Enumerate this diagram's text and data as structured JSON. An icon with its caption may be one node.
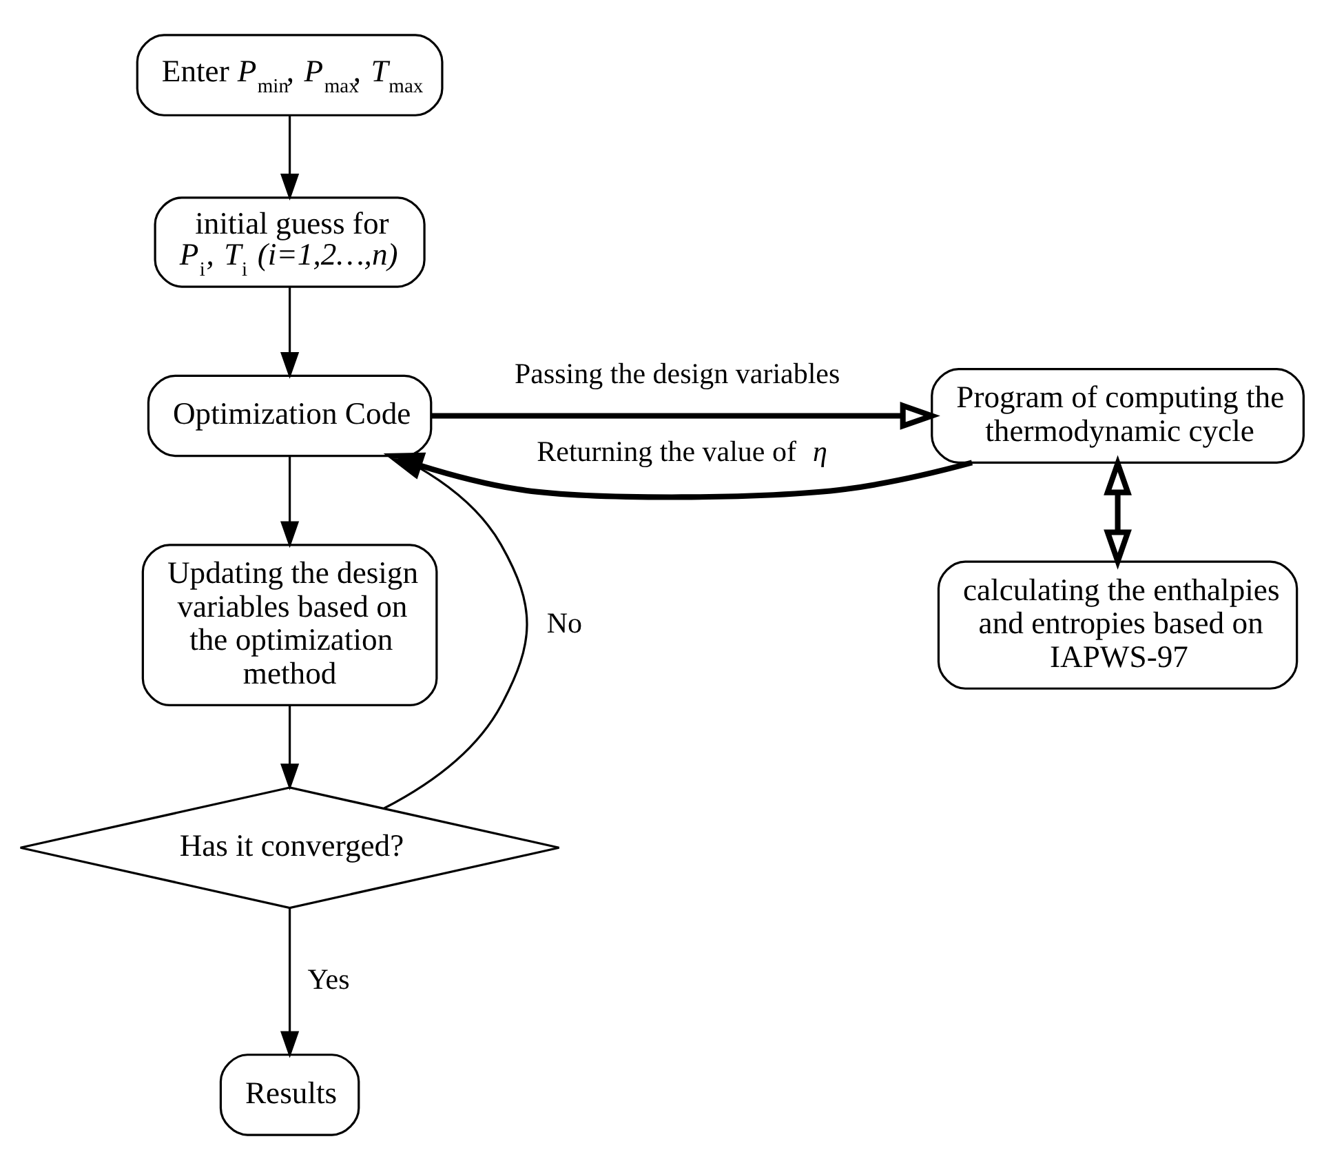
{
  "diagram": {
    "nodes": [
      {
        "text": [
          "Enter *P*$_{min}$, *P*$_{max}$, *T*$_{max}$"
        ]
      },
      {
        "text": [
          "initial guess for *P*$_{i}$, *T*$_{i}$ *(i=1,2…,n)*"
        ]
      },
      {
        "text": [
          "Optimization Code"
        ]
      },
      {
        "text": [
          "Program of computing the thermodynamic cycle"
        ]
      },
      {
        "text": [
          "Updating the design variables based on the optimization method"
        ]
      },
      {
        "text": [
          "calculating the enthalpies and entropies based on IAPWS-97"
        ]
      },
      {
        "text": [
          "Has it converged?"
        ]
      },
      {
        "text": [
          "Results"
        ]
      }
    ],
    "edges": [
      {
        "from": 0,
        "to": 1,
        "arrow": "to"
      },
      {
        "from": 1,
        "to": 2,
        "arrow": "to"
      },
      {
        "from": 2,
        "to": 3,
        "arrow": "to",
        "label": "Passing the design variables",
        "style": "thick"
      },
      {
        "from": 3,
        "to": 2,
        "arrow": "to",
        "label": "Returning the value of *η*",
        "style": "thick"
      },
      {
        "from": 3,
        "to": 5,
        "arrow": "both",
        "style": "thick"
      },
      {
        "from": 2,
        "to": 4,
        "arrow": "to"
      },
      {
        "from": 4,
        "to": 6,
        "arrow": "to"
      },
      {
        "from": 6,
        "to": 2,
        "arrow": "to",
        "label": "No"
      },
      {
        "from": 6,
        "to": 7,
        "arrow": "to",
        "label": "Yes"
      }
    ]
  }
}
